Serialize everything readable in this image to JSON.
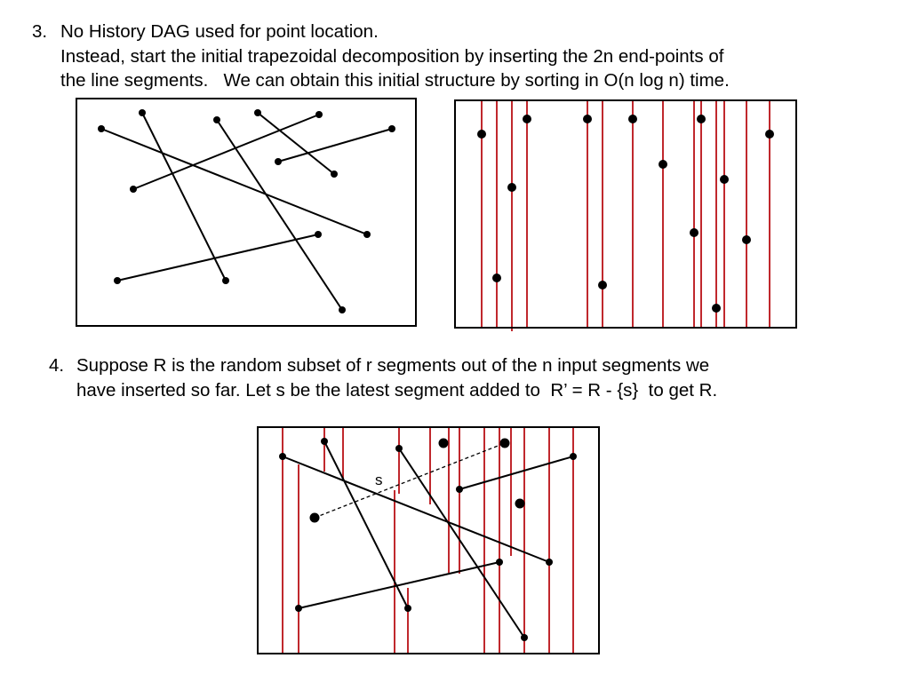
{
  "item3": {
    "number": "3.",
    "line1": "No History DAG used for point location.",
    "line2": "Instead, start the initial trapezoidal decomposition by inserting the 2n end-points of",
    "line3": "the line segments.   We can obtain this initial structure by sorting in O(n log n) time."
  },
  "item4": {
    "number": "4.",
    "line1": "Suppose R is the random subset of r segments out of the n input segments we",
    "line2": "have inserted so far. Let s be the latest segment added to  R’ = R - {s}  to get R."
  },
  "figure3": {
    "segment_label": "s"
  },
  "colors": {
    "segment": "#000000",
    "vertical_extension": "#c0282d",
    "new_segment_dashed": "#000000"
  }
}
